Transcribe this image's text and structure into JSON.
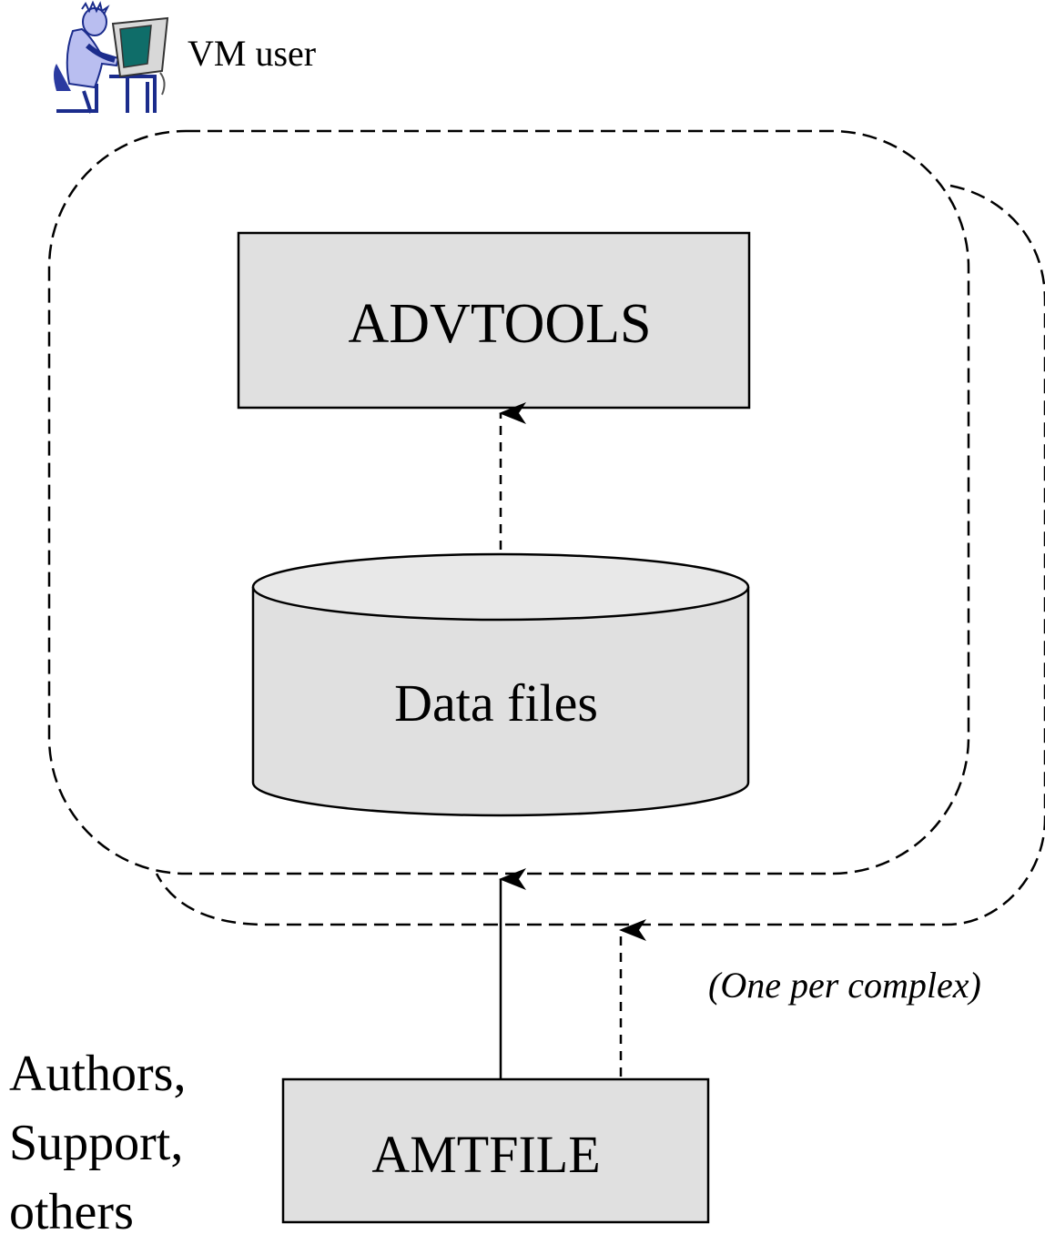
{
  "user_label": "VM user",
  "advtools_label": "ADVTOOLS",
  "datafiles_label": "Data files",
  "amtfile_label": "AMTFILE",
  "note": "(One per complex)",
  "authors_lines": [
    "Authors,",
    "Support,",
    "others"
  ],
  "icons": {
    "user": "person-at-computer-icon"
  },
  "colors": {
    "box_fill": "#e0e0e0",
    "cylinder_top": "#e8e8e8",
    "stroke": "#000000"
  }
}
